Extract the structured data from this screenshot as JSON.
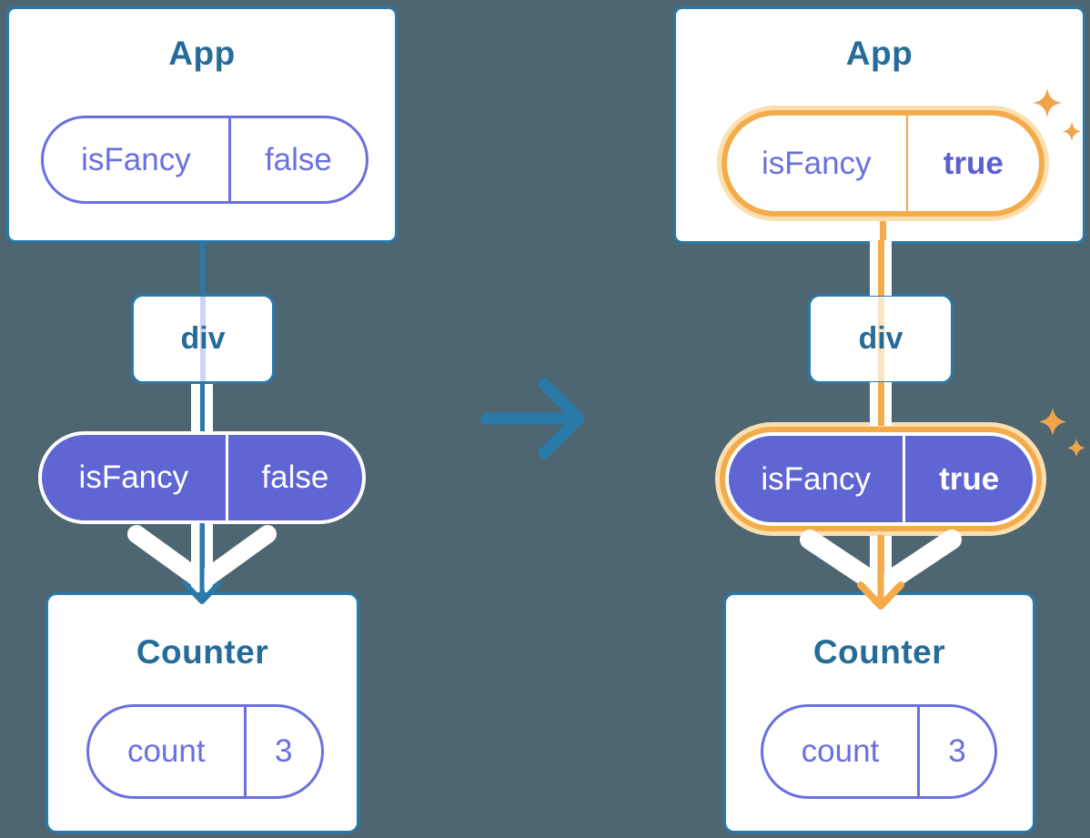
{
  "left": {
    "app_title": "App",
    "app_prop_name": "isFancy",
    "app_prop_value": "false",
    "div_label": "div",
    "pill_prop_name": "isFancy",
    "pill_prop_value": "false",
    "counter_title": "Counter",
    "counter_state_name": "count",
    "counter_state_value": "3"
  },
  "right": {
    "app_title": "App",
    "app_prop_name": "isFancy",
    "app_prop_value": "true",
    "div_label": "div",
    "pill_prop_name": "isFancy",
    "pill_prop_value": "true",
    "counter_title": "Counter",
    "counter_state_name": "count",
    "counter_state_value": "3"
  },
  "colors": {
    "background": "#4D6672",
    "card_border": "#2979A9",
    "title_text": "#256C99",
    "pill_purple_fill": "#5F65D3",
    "pill_purple_outline": "#6B70E0",
    "value_true_purple": "#5B5FD2",
    "highlight_orange": "#F4AB49",
    "highlight_glow": "#FBDFAF",
    "sparkle_orange": "#F0A44C",
    "lavender_line": "#CDD5F5",
    "peach_line": "#FBE4C2"
  }
}
